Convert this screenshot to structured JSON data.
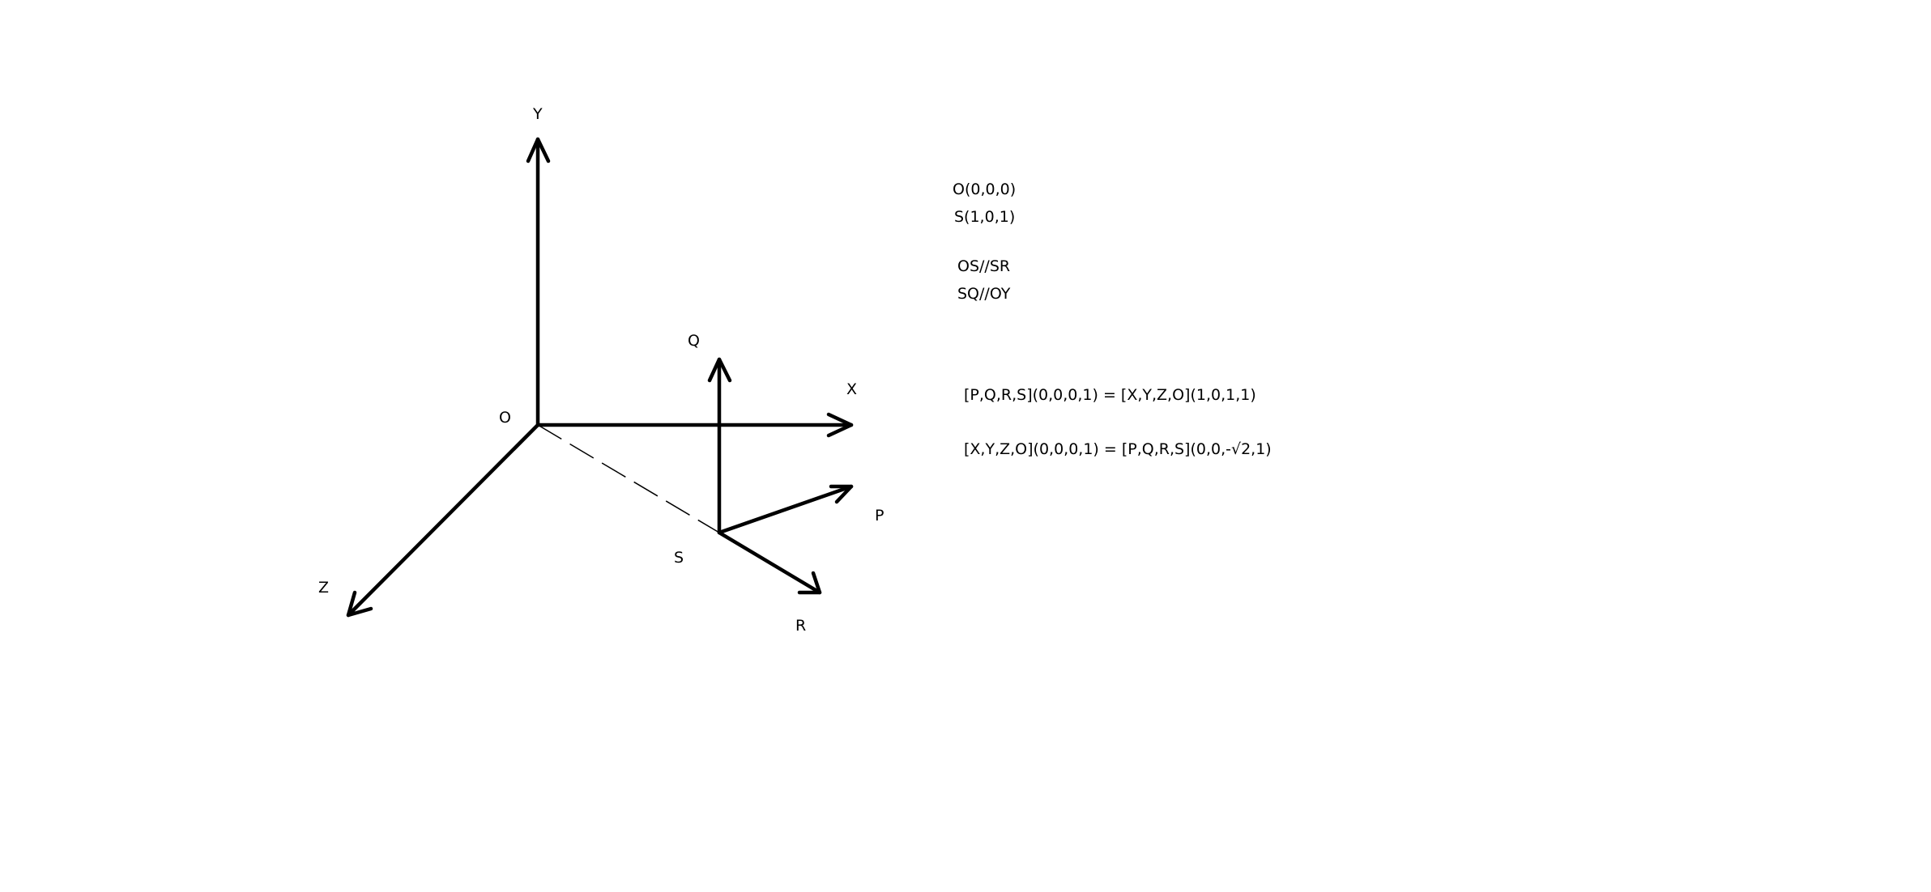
{
  "diagram": {
    "axis_labels": {
      "y": "Y",
      "x": "X",
      "z": "Z",
      "origin": "O"
    },
    "local_labels": {
      "q": "Q",
      "p": "P",
      "r": "R",
      "s": "S"
    }
  },
  "notes": {
    "origin_coord": "O(0,0,0)",
    "s_coord": "S(1,0,1)",
    "os_parallel": "OS//SR",
    "sq_parallel": "SQ//OY",
    "equation_1": "[P,Q,R,S](0,0,0,1) = [X,Y,Z,O](1,0,1,1)",
    "equation_2": "[X,Y,Z,O](0,0,0,1) = [P,Q,R,S](0,0,-√2,1)"
  }
}
